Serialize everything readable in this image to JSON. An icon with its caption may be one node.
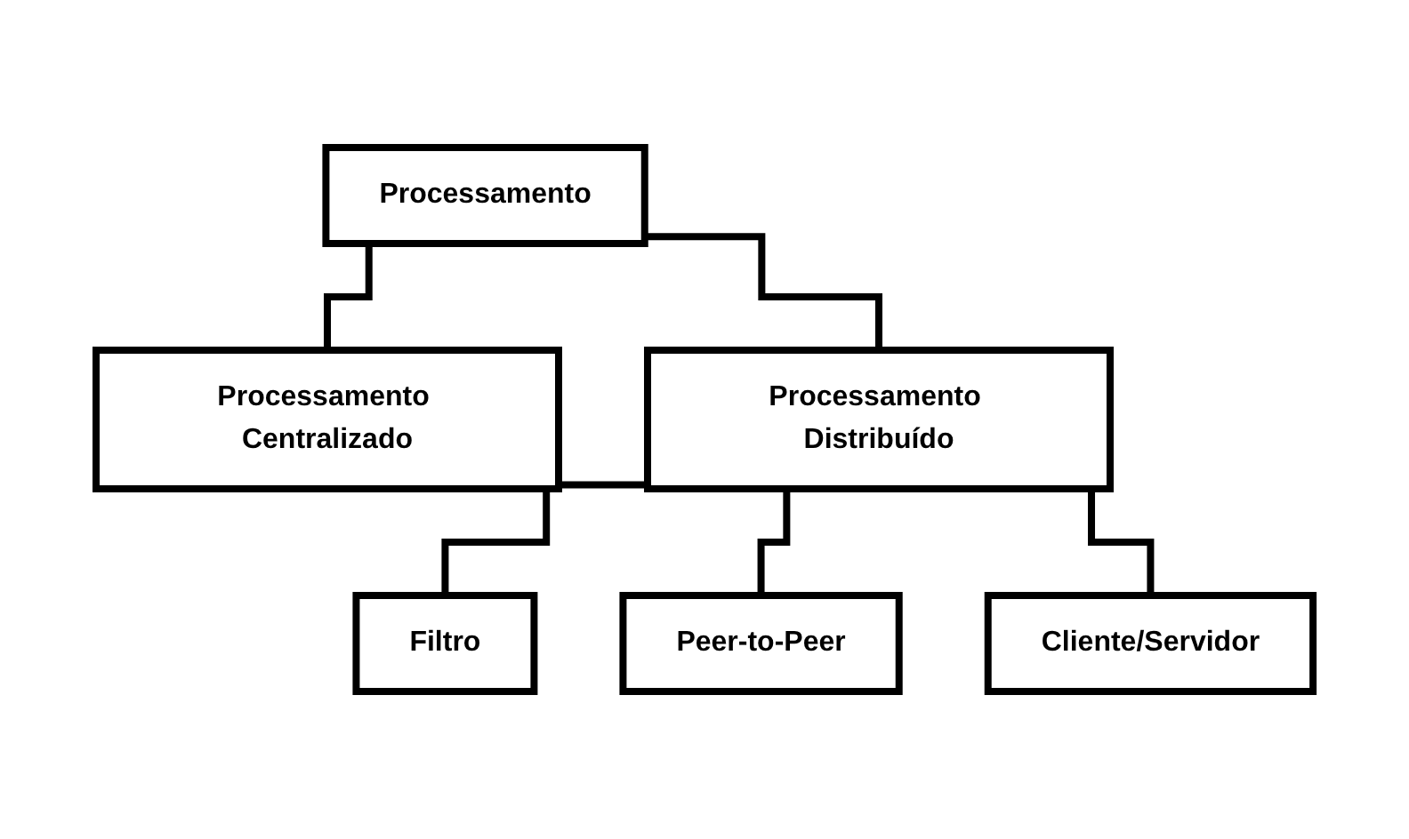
{
  "diagram": {
    "nodes": [
      {
        "text": [
          "Processamento"
        ]
      },
      {
        "text": [
          "Processamento Centralizado"
        ]
      },
      {
        "text": [
          "Processamento Distribuído"
        ]
      },
      {
        "text": [
          "Filtro"
        ]
      },
      {
        "text": [
          "Peer-to-Peer"
        ]
      },
      {
        "text": [
          "Cliente/Servidor"
        ]
      }
    ],
    "edges": [
      {
        "from": 0,
        "to": 1,
        "arrow": "none"
      },
      {
        "from": 0,
        "to": 2,
        "arrow": "none"
      },
      {
        "from": 2,
        "to": 3,
        "arrow": "none"
      },
      {
        "from": 2,
        "to": 4,
        "arrow": "none"
      },
      {
        "from": 2,
        "to": 5,
        "arrow": "none"
      }
    ]
  }
}
